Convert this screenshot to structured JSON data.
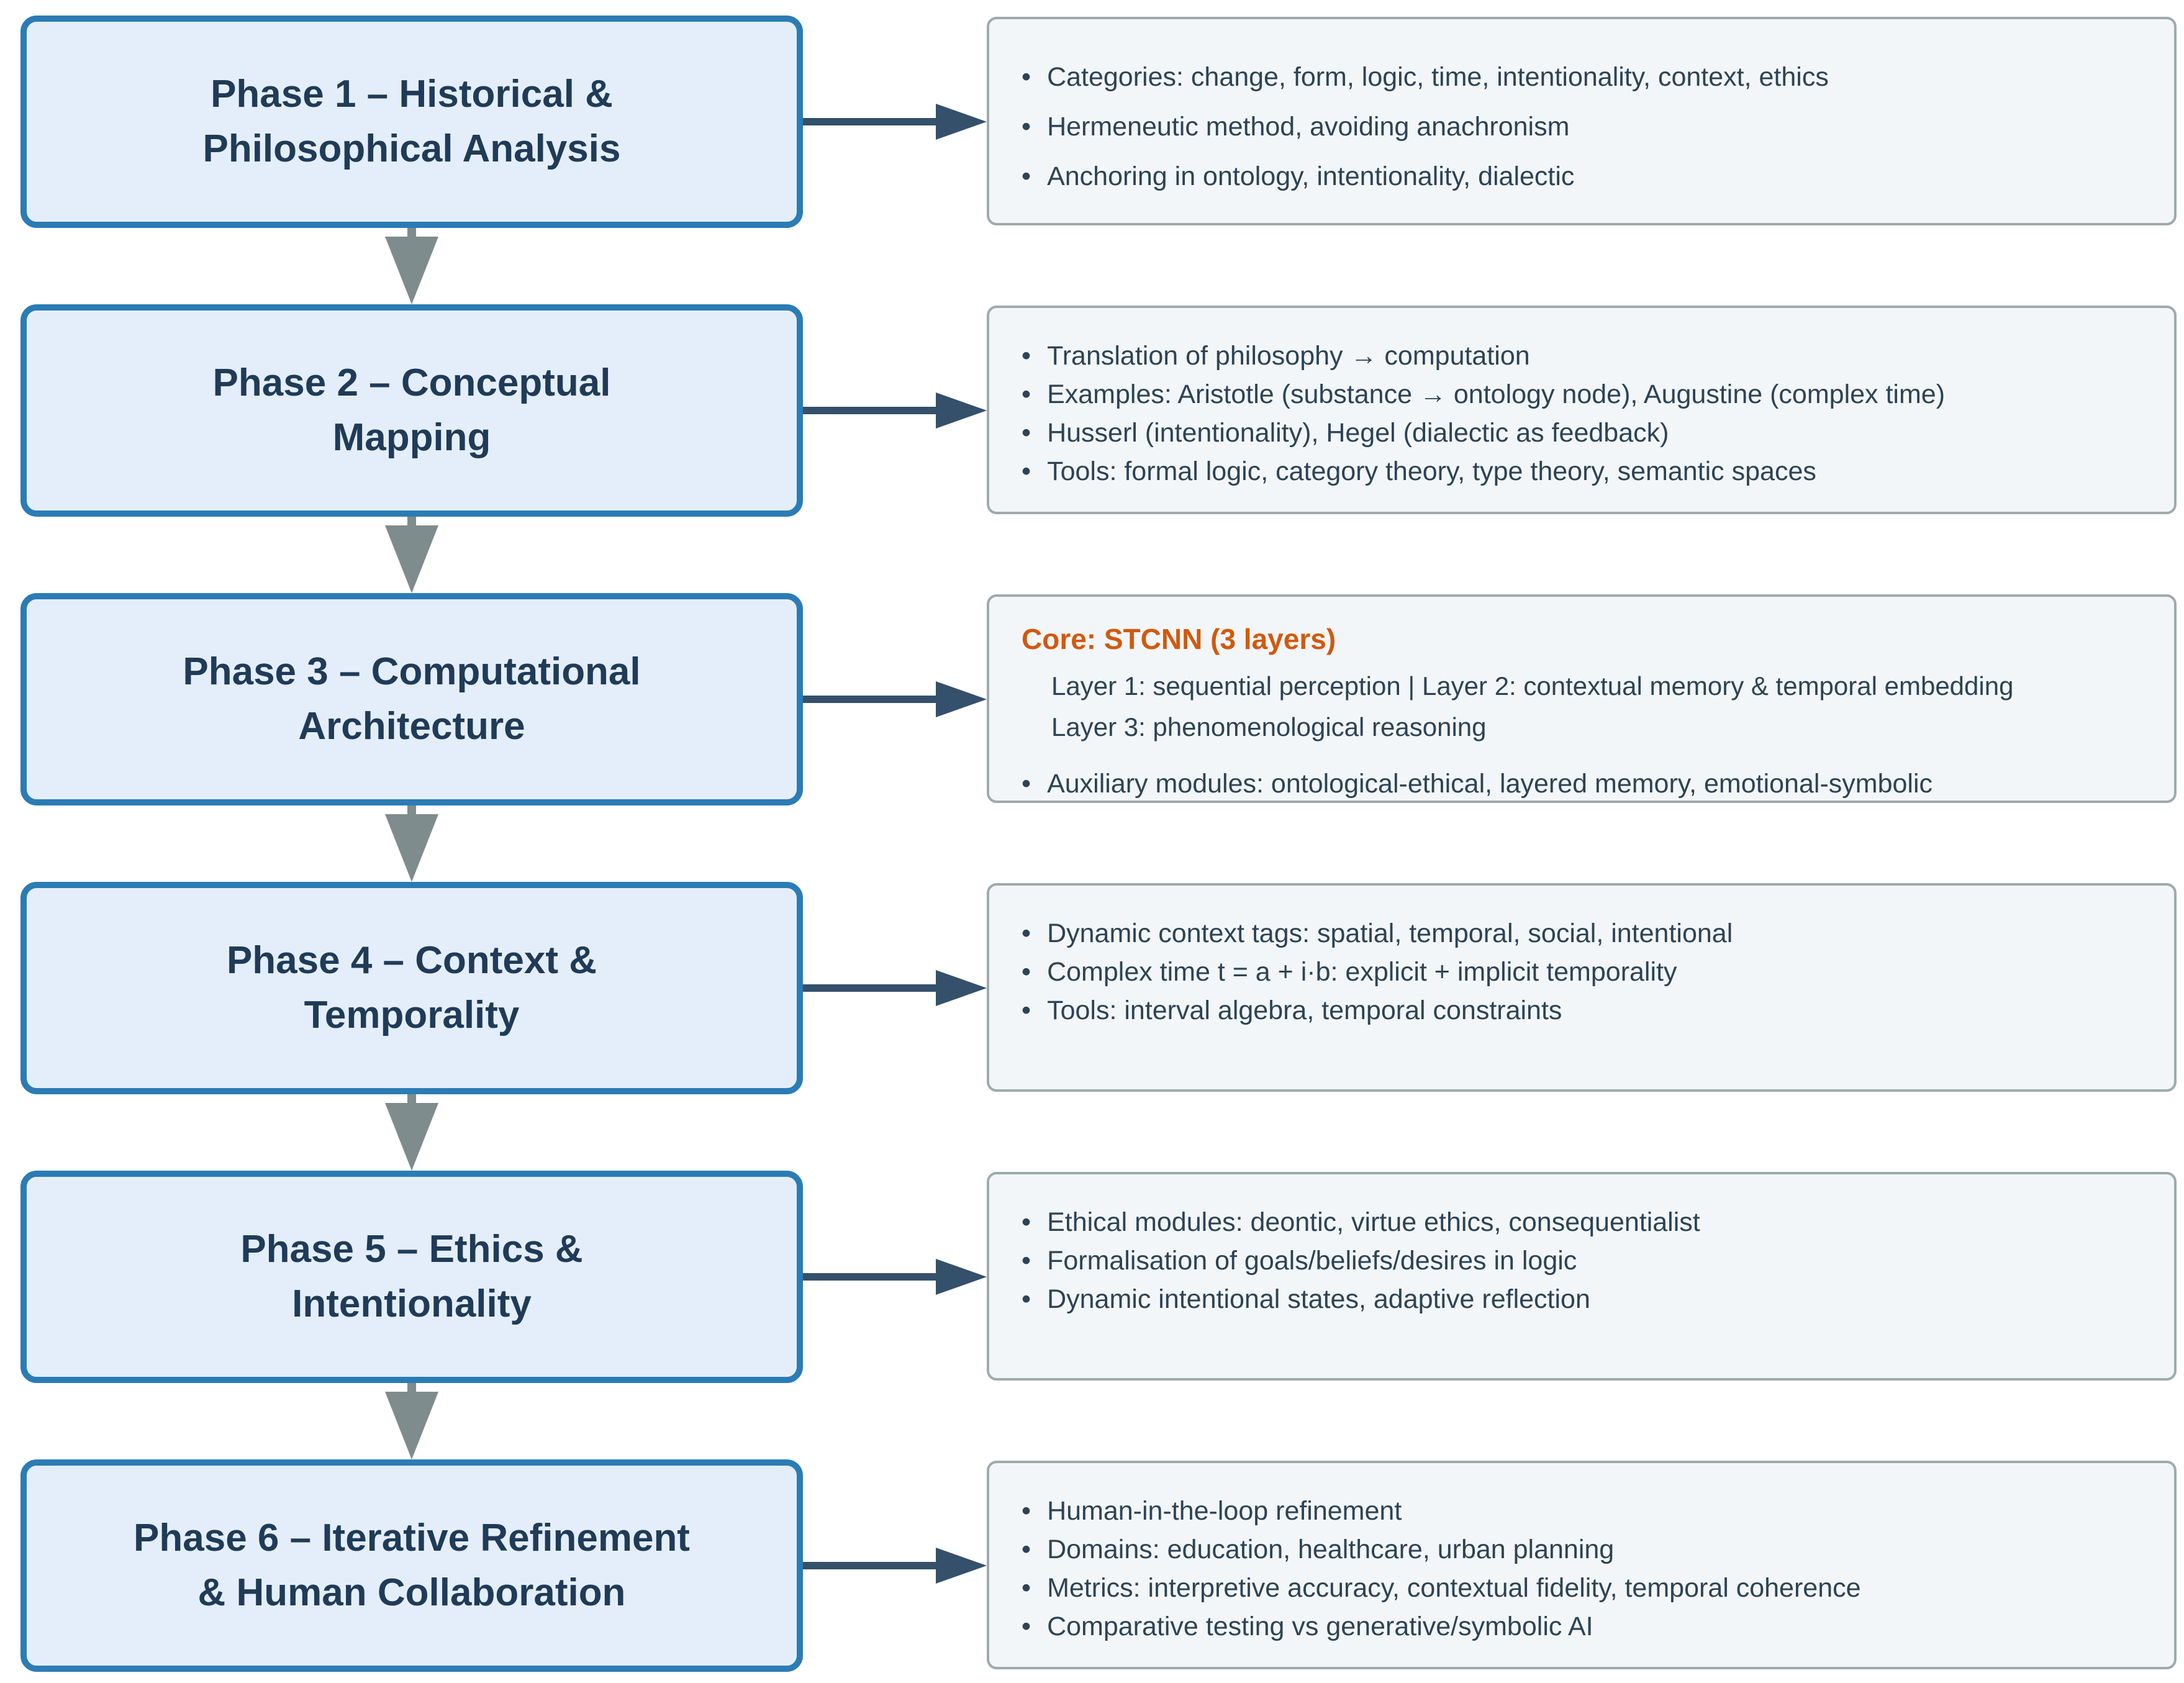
{
  "diagram_title": "Research roadmap flowchart: six phases with detail annotations",
  "colors": {
    "accent_blue": "#2b7cb5",
    "phase_fill": "#e4eefa",
    "title_text": "#1f3b57",
    "detail_fill": "#f3f6f8",
    "detail_border": "#9fabab",
    "detail_text": "#2d4356",
    "core_orange": "#d2590f",
    "connector_navy": "#34506b",
    "arrow_gray": "#7f8c8d",
    "page_bg": "#ffffff"
  },
  "phases": [
    {
      "title_lines": [
        "Phase 1 – Historical &",
        "Philosophical Analysis"
      ],
      "bullets": [
        "Categories: change, form, logic, time, intentionality, context, ethics",
        "Hermeneutic method, avoiding anachronism",
        "Anchoring in ontology, intentionality, dialectic"
      ]
    },
    {
      "title_lines": [
        "Phase 2 – Conceptual",
        "Mapping"
      ],
      "bullets": [
        "Translation of philosophy → computation",
        "Examples: Aristotle (substance → ontology node), Augustine (complex time)",
        "Husserl (intentionality), Hegel (dialectic as feedback)",
        "Tools: formal logic, category theory, type theory, semantic spaces"
      ]
    },
    {
      "title_lines": [
        "Phase 3 – Computational",
        "Architecture"
      ],
      "core_heading": "Core: STCNN (3 layers)",
      "layer_lines": [
        "Layer 1: sequential perception | Layer 2: contextual memory & temporal embedding",
        "Layer 3: phenomenological reasoning"
      ],
      "bullets": [
        "Auxiliary modules: ontological-ethical, layered memory, emotional-symbolic"
      ]
    },
    {
      "title_lines": [
        "Phase 4 – Context &",
        "Temporality"
      ],
      "bullets": [
        "Dynamic context tags: spatial, temporal, social, intentional",
        "Complex time t = a + i·b: explicit + implicit temporality",
        "Tools: interval algebra, temporal constraints"
      ]
    },
    {
      "title_lines": [
        "Phase 5 – Ethics &",
        "Intentionality"
      ],
      "bullets": [
        "Ethical modules: deontic, virtue ethics, consequentialist",
        "Formalisation of goals/beliefs/desires in logic",
        "Dynamic intentional states, adaptive reflection"
      ]
    },
    {
      "title_lines": [
        "Phase 6 – Iterative Refinement",
        "& Human Collaboration"
      ],
      "bullets": [
        "Human-in-the-loop refinement",
        "Domains: education, healthcare, urban planning",
        "Metrics: interpretive accuracy, contextual fidelity, temporal coherence",
        "Comparative testing vs generative/symbolic AI"
      ]
    }
  ]
}
